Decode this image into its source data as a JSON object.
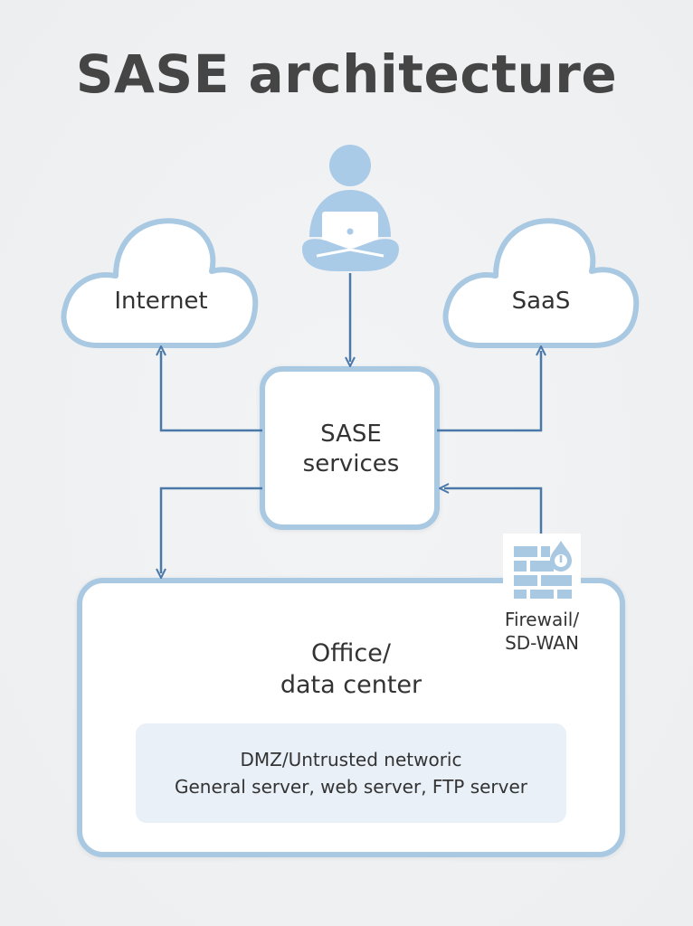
{
  "title": "SASE architecture",
  "nodes": {
    "internet": "Internet",
    "saas": "SaaS",
    "sase": {
      "line1": "SASE",
      "line2": "services"
    },
    "firewall": {
      "line1": "Firewail/",
      "line2": "SD-WAN"
    },
    "office": {
      "line1": "Office/",
      "line2": "data center"
    },
    "dmz": {
      "line1": "DMZ/Untrusted networic",
      "line2": "General server, web server, FTP server"
    }
  },
  "colors": {
    "node_border": "#a9c8e2",
    "arrow": "#4a78a8",
    "user_icon": "#a9cbe8",
    "firewall_icon": "#a9c8e2",
    "title": "#454545",
    "dmz_fill": "#e9f0f8"
  },
  "icons": [
    "user-laptop-icon",
    "firewall-brick-icon",
    "cloud-icon"
  ]
}
